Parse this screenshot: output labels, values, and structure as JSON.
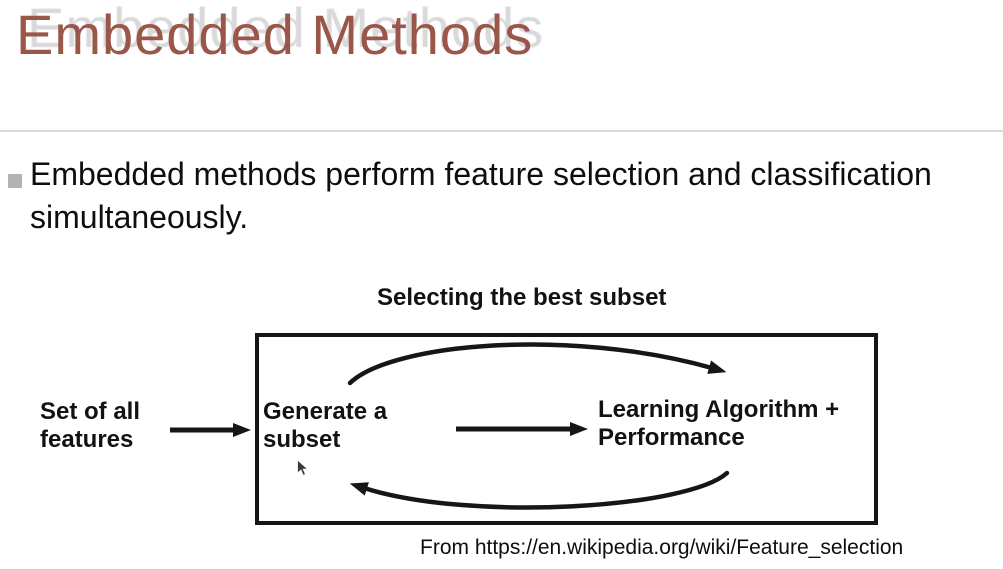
{
  "title": "Embedded Methods",
  "bullet": {
    "text": "Embedded methods perform feature selection and classification simultaneously."
  },
  "diagram": {
    "title": "Selecting the best subset",
    "labels": {
      "input": "Set of all\nfeatures",
      "generate": "Generate a\nsubset",
      "learning": "Learning Algorithm +\nPerformance"
    },
    "caption": "From https://en.wikipedia.org/wiki/Feature_selection"
  },
  "icons": {
    "bullet_marker": "square-bullet-icon",
    "cursor": "mouse-cursor-icon"
  },
  "colors": {
    "title_text": "#9A5649",
    "title_echo": "#D9D9D9",
    "divider": "#D9D9D9",
    "bullet_marker": "#B3B3B3",
    "body_text": "#0E0E0E",
    "diagram_ink": "#161616",
    "background": "#FFFFFF"
  }
}
